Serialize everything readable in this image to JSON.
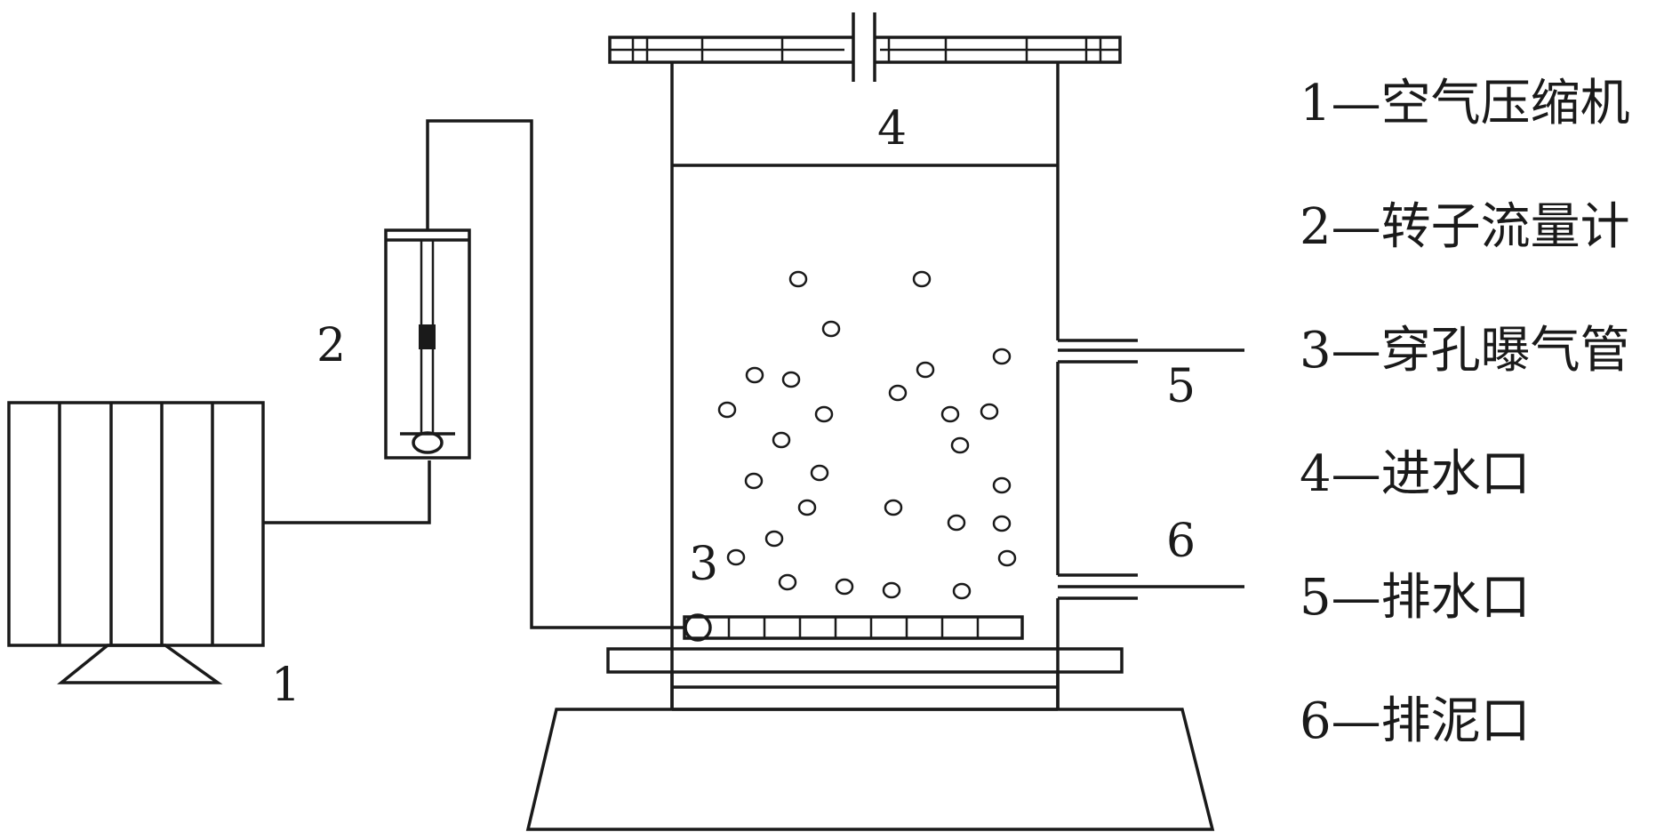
{
  "labels": {
    "compressor": "1",
    "flowmeter": "2",
    "aeration_pipe": "3",
    "water_inlet": "4",
    "water_outlet": "5",
    "sludge_outlet": "6"
  },
  "legend": [
    {
      "text": "1—空气压缩机"
    },
    {
      "text": "2—转子流量计"
    },
    {
      "text": "3—穿孔曝气管"
    },
    {
      "text": "4—进水口"
    },
    {
      "text": "5—排水口"
    },
    {
      "text": "6—排泥口"
    }
  ]
}
